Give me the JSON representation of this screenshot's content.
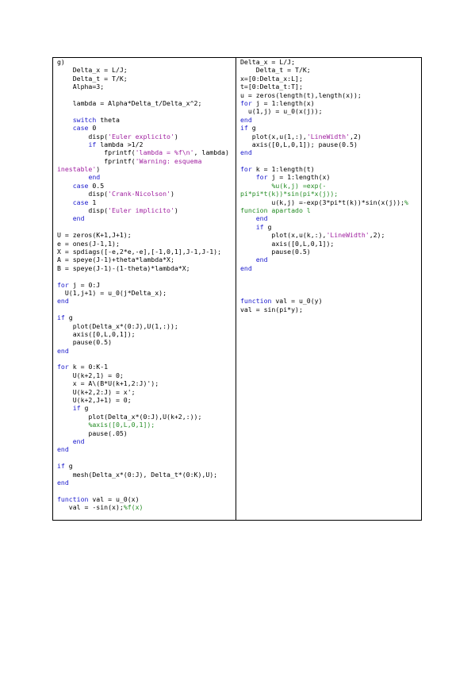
{
  "colors": {
    "keyword": "#1a1acc",
    "string": "#a020a0",
    "comment": "#228b22",
    "text": "#000000"
  },
  "left_column": [
    [
      [
        "t",
        "g)"
      ]
    ],
    [
      [
        "t",
        "    Delta_x = L/J;"
      ]
    ],
    [
      [
        "t",
        "    Delta_t = T/K;"
      ]
    ],
    [
      [
        "t",
        "    Alpha=3;"
      ]
    ],
    [],
    [
      [
        "t",
        "    lambda = Alpha*Delta_t/Delta_x^2;"
      ]
    ],
    [],
    [
      [
        "t",
        "    "
      ],
      [
        "k",
        "switch"
      ],
      [
        "t",
        " theta"
      ]
    ],
    [
      [
        "t",
        "    "
      ],
      [
        "k",
        "case"
      ],
      [
        "t",
        " 0"
      ]
    ],
    [
      [
        "t",
        "        disp("
      ],
      [
        "s",
        "'Euler explicito'"
      ],
      [
        "t",
        ")"
      ]
    ],
    [
      [
        "t",
        "        "
      ],
      [
        "k",
        "if"
      ],
      [
        "t",
        " lambda >1/2"
      ]
    ],
    [
      [
        "t",
        "            fprintf("
      ],
      [
        "s",
        "'lambda = %f\\n'"
      ],
      [
        "t",
        ", lambda)"
      ]
    ],
    [
      [
        "t",
        "            fprintf("
      ],
      [
        "s",
        "'Warning: esquema"
      ]
    ],
    [
      [
        "s",
        "inestable'"
      ],
      [
        "t",
        ")"
      ]
    ],
    [
      [
        "t",
        "        "
      ],
      [
        "k",
        "end"
      ]
    ],
    [
      [
        "t",
        "    "
      ],
      [
        "k",
        "case"
      ],
      [
        "t",
        " 0.5"
      ]
    ],
    [
      [
        "t",
        "        disp("
      ],
      [
        "s",
        "'Crank-Nicolson'"
      ],
      [
        "t",
        ")"
      ]
    ],
    [
      [
        "t",
        "    "
      ],
      [
        "k",
        "case"
      ],
      [
        "t",
        " 1"
      ]
    ],
    [
      [
        "t",
        "        disp("
      ],
      [
        "s",
        "'Euler implicito'"
      ],
      [
        "t",
        ")"
      ]
    ],
    [
      [
        "t",
        "    "
      ],
      [
        "k",
        "end"
      ]
    ],
    [],
    [
      [
        "t",
        "U = zeros(K+1,J+1);"
      ]
    ],
    [
      [
        "t",
        "e = ones(J-1,1);"
      ]
    ],
    [
      [
        "t",
        "X = spdiags([-e,2*e,-e],[-1,0,1],J-1,J-1);"
      ]
    ],
    [
      [
        "t",
        "A = speye(J-1)+theta*lambda*X;"
      ]
    ],
    [
      [
        "t",
        "B = speye(J-1)-(1-theta)*lambda*X;"
      ]
    ],
    [],
    [
      [
        "k",
        "for"
      ],
      [
        "t",
        " j = 0:J"
      ]
    ],
    [
      [
        "t",
        "  U(1,j+1) = u_0(j*Delta_x);"
      ]
    ],
    [
      [
        "k",
        "end"
      ]
    ],
    [],
    [
      [
        "k",
        "if"
      ],
      [
        "t",
        " g"
      ]
    ],
    [
      [
        "t",
        "    plot(Delta_x*(0:J),U(1,:));"
      ]
    ],
    [
      [
        "t",
        "    axis([0,L,0,1]);"
      ]
    ],
    [
      [
        "t",
        "    pause(0.5)"
      ]
    ],
    [
      [
        "k",
        "end"
      ]
    ],
    [],
    [
      [
        "k",
        "for"
      ],
      [
        "t",
        " k = 0:K-1"
      ]
    ],
    [
      [
        "t",
        "    U(k+2,1) = 0;"
      ]
    ],
    [
      [
        "t",
        "    x = A\\(B*U(k+1,2:J)');"
      ]
    ],
    [
      [
        "t",
        "    U(k+2,2:J) = x';"
      ]
    ],
    [
      [
        "t",
        "    U(k+2,J+1) = 0;"
      ]
    ],
    [
      [
        "t",
        "    "
      ],
      [
        "k",
        "if"
      ],
      [
        "t",
        " g"
      ]
    ],
    [
      [
        "t",
        "        plot(Delta_x*(0:J),U(k+2,:));"
      ]
    ],
    [
      [
        "t",
        "        "
      ],
      [
        "c",
        "%axis([0,L,0,1]);"
      ]
    ],
    [
      [
        "t",
        "        pause(.05)"
      ]
    ],
    [
      [
        "t",
        "    "
      ],
      [
        "k",
        "end"
      ]
    ],
    [
      [
        "k",
        "end"
      ]
    ],
    [],
    [
      [
        "k",
        "if"
      ],
      [
        "t",
        " g"
      ]
    ],
    [
      [
        "t",
        "    mesh(Delta_x*(0:J), Delta_t*(0:K),U);"
      ]
    ],
    [
      [
        "k",
        "end"
      ]
    ],
    [],
    [
      [
        "k",
        "function"
      ],
      [
        "t",
        " val = u_0(x)"
      ]
    ],
    [
      [
        "t",
        "   val = -sin(x);"
      ],
      [
        "c",
        "%f(x)"
      ]
    ]
  ],
  "right_column": [
    [
      [
        "t",
        "Delta_x = L/J;"
      ]
    ],
    [
      [
        "t",
        "    Delta_t = T/K;"
      ]
    ],
    [
      [
        "t",
        "x=[0:Delta_x:L];"
      ]
    ],
    [
      [
        "t",
        "t=[0:Delta_t:T];"
      ]
    ],
    [
      [
        "t",
        "u = zeros(length(t),length(x));"
      ]
    ],
    [
      [
        "k",
        "for"
      ],
      [
        "t",
        " j = 1:length(x)"
      ]
    ],
    [
      [
        "t",
        "  u(1,j) = u_0(x(j));"
      ]
    ],
    [
      [
        "k",
        "end"
      ]
    ],
    [
      [
        "k",
        "if"
      ],
      [
        "t",
        " g"
      ]
    ],
    [
      [
        "t",
        "   plot(x,u(1,:),"
      ],
      [
        "s",
        "'LineWidth'"
      ],
      [
        "t",
        ",2)"
      ]
    ],
    [
      [
        "t",
        "   axis([0,L,0,1]); pause(0.5)"
      ]
    ],
    [
      [
        "k",
        "end"
      ]
    ],
    [],
    [
      [
        "k",
        "for"
      ],
      [
        "t",
        " k = 1:length(t)"
      ]
    ],
    [
      [
        "t",
        "    "
      ],
      [
        "k",
        "for"
      ],
      [
        "t",
        " j = 1:length(x)"
      ]
    ],
    [
      [
        "t",
        "        "
      ],
      [
        "c",
        "%u(k,j) =exp(-"
      ]
    ],
    [
      [
        "c",
        "pi*pi*t(k))*sin(pi*x(j));"
      ]
    ],
    [
      [
        "t",
        "        u(k,j) =-exp(3*pi*t(k))*sin(x(j));"
      ],
      [
        "c",
        "%"
      ]
    ],
    [
      [
        "c",
        "funcion apartado l"
      ]
    ],
    [
      [
        "t",
        "    "
      ],
      [
        "k",
        "end"
      ]
    ],
    [
      [
        "t",
        "    "
      ],
      [
        "k",
        "if"
      ],
      [
        "t",
        " g"
      ]
    ],
    [
      [
        "t",
        "        plot(x,u(k,:),"
      ],
      [
        "s",
        "'LineWidth'"
      ],
      [
        "t",
        ",2);"
      ]
    ],
    [
      [
        "t",
        "        axis([0,L,0,1]);"
      ]
    ],
    [
      [
        "t",
        "        pause(0.5)"
      ]
    ],
    [
      [
        "t",
        "    "
      ],
      [
        "k",
        "end"
      ]
    ],
    [
      [
        "k",
        "end"
      ]
    ],
    [],
    [],
    [],
    [
      [
        "k",
        "function"
      ],
      [
        "t",
        " val = u_0(y)"
      ]
    ],
    [
      [
        "t",
        "val = sin(pi*y);"
      ]
    ]
  ]
}
